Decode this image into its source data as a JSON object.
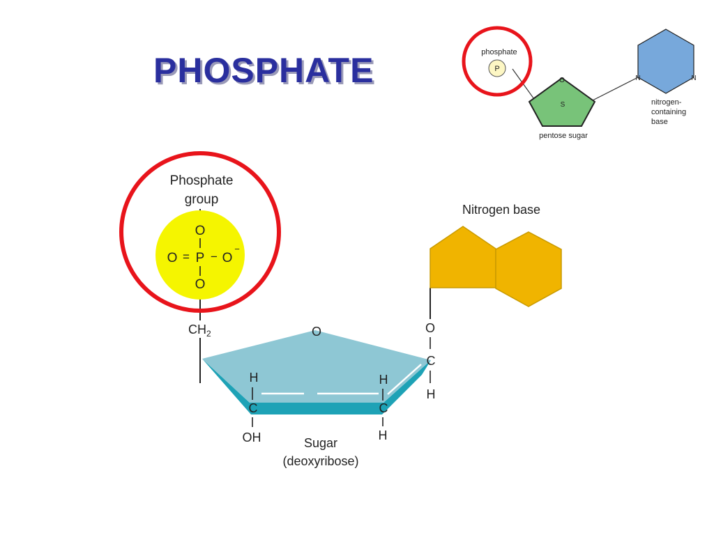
{
  "title": "PHOSPHATE",
  "colors": {
    "title": "#2a2f9e",
    "highlight_ring": "#e8141b",
    "phosphate_fill": "#f5f500",
    "sugar_top": "#8ec7d4",
    "sugar_side": "#1ea2b6",
    "base_fill": "#f0b400",
    "inset_phosphate": "#fdf7c4",
    "inset_sugar": "#78c379",
    "inset_base": "#77a8db"
  },
  "inset": {
    "phosphate_label": "phosphate",
    "p_symbol": "P",
    "sugar_o": "O",
    "sugar_s": "S",
    "sugar_label": "pentose sugar",
    "base_n_left": "N",
    "base_n_right": "N",
    "base_label_line1": "nitrogen-",
    "base_label_line2": "containing",
    "base_label_line3": "base"
  },
  "main": {
    "phosphate_label_line1": "Phosphate",
    "phosphate_label_line2": "group",
    "p_top_o": "O",
    "p_left_o": "O",
    "p_equals": "=",
    "p_center": "P",
    "p_dash": "−",
    "p_right_o": "O",
    "p_charge": "−",
    "p_bottom_o": "O",
    "ch2": "CH",
    "ch2_sub": "2",
    "ring_o": "O",
    "left_h": "H",
    "left_c": "C",
    "left_oh": "OH",
    "right_h_top": "H",
    "right_c": "C",
    "right_h_bottom": "H",
    "c1_o": "O",
    "c1_c": "C",
    "c1_h": "H",
    "sugar_label_line1": "Sugar",
    "sugar_label_line2": "(deoxyribose)",
    "base_label": "Nitrogen base"
  }
}
